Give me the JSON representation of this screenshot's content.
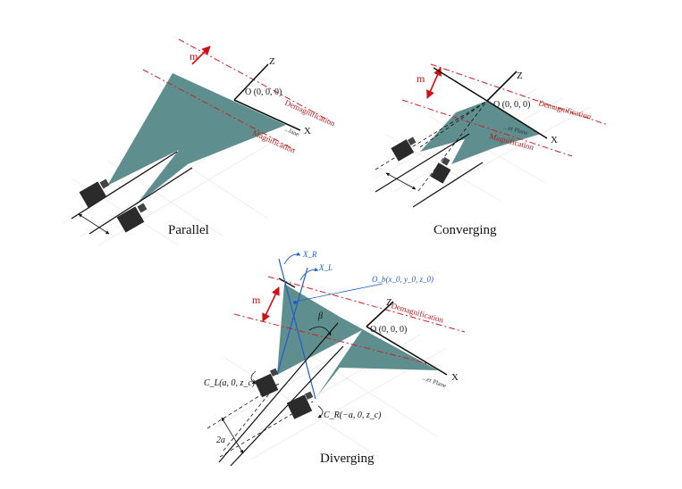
{
  "panels": {
    "parallel": {
      "title": "Parallel",
      "origin": "O (0, 0, 0)",
      "axis_z": "Z",
      "axis_x": "X",
      "m": "m",
      "demag": "Demagnification",
      "mag": "Magnification",
      "plane": "...lane"
    },
    "converging": {
      "title": "Converging",
      "origin": "O (0, 0, 0)",
      "axis_z": "Z",
      "axis_x": "X",
      "m": "m",
      "demag": "Demagnification",
      "mag": "Magnification",
      "plane": "...er Plane"
    },
    "diverging": {
      "title": "Diverging",
      "origin": "O (0, 0, 0)",
      "axis_z": "Z",
      "axis_x": "X",
      "m": "m",
      "demag": "Demagnification",
      "plane": "...er Plane",
      "xr": "X_R",
      "xl": "X_L",
      "ob": "O_b(x_0, y_0, z_0)",
      "beta": "β",
      "cl": "C_L(a, 0, z_c)",
      "cr": "C_R(−a, 0, z_c)",
      "two_a": "2a"
    }
  },
  "colors": {
    "fov_fill": "#5f8e8f",
    "red_dash": "#cc2222",
    "blue": "#1f5fc8",
    "camera": "#2b2b2b",
    "grid": "#e6e6e6"
  }
}
